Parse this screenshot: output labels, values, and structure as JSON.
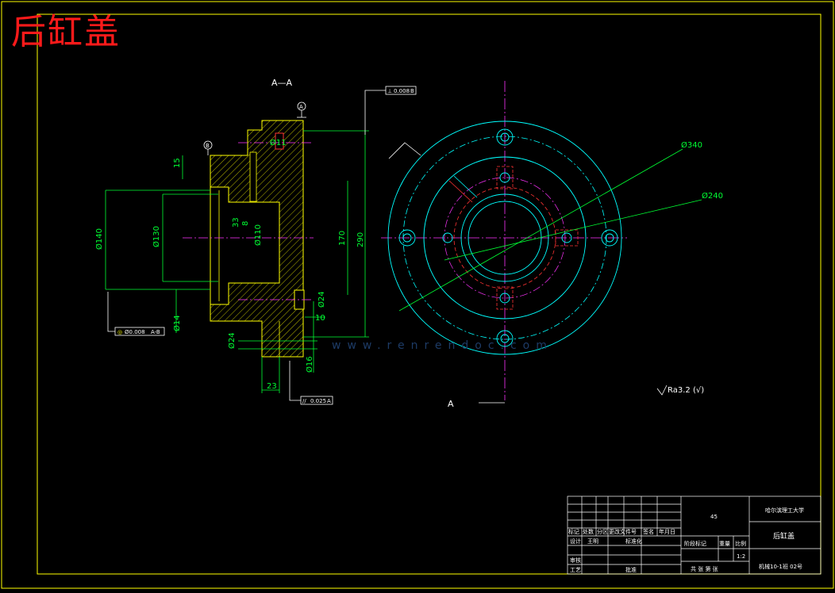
{
  "title": "后缸盖",
  "section_label": "A—A",
  "view_label": "A",
  "datum_labels": {
    "a": "A",
    "b": "B"
  },
  "dimensions": {
    "outer_diameter": "Ø340",
    "bolt_circle": "Ø240",
    "height_290": "290",
    "height_170": "170",
    "dim_15": "15",
    "dim_14": "Ø14",
    "dim_24a": "Ø24",
    "dim_24b": "Ø24",
    "dim_10": "10",
    "dim_16": "Ø16",
    "dim_23": "23",
    "dim_11": "Ø11",
    "dim_140": "Ø140",
    "dim_130": "Ø130",
    "dim_110": "Ø110",
    "dim_8": "8",
    "dim_33": "33"
  },
  "tolerance_frames": {
    "top": [
      "⊥",
      "0.008",
      "B"
    ],
    "left": [
      "◎",
      "Ø0.008",
      "A-B"
    ],
    "bottom": [
      "//",
      "0.025",
      "A"
    ]
  },
  "roughness_note": "Ra3.2 (√)",
  "watermark": "www.renrendoc.com",
  "title_block": {
    "material": "45",
    "school": "哈尔滨理工大学",
    "part_name": "后缸盖",
    "drawing_no": "机械10-1班 02号",
    "scale": "1:2",
    "headers_row1": [
      "标记",
      "处数",
      "分区",
      "更改文件号",
      "签名",
      "年月日"
    ],
    "design_label": "设计",
    "designer": "王明",
    "standard_label": "标准化",
    "review_label": "审核",
    "process_label": "工艺",
    "approve_label": "批准",
    "stage_mark": "阶段标记",
    "weight": "重量",
    "ratio": "比例",
    "sheets": "共  张  第  张"
  }
}
